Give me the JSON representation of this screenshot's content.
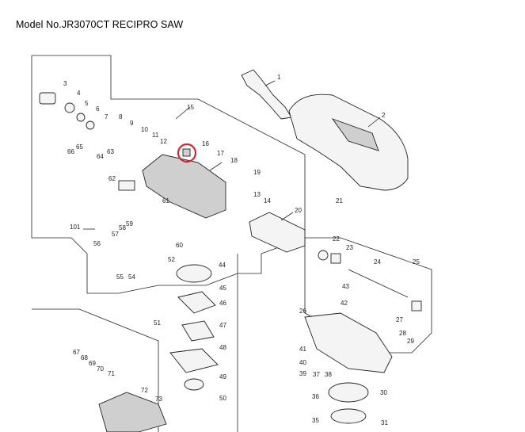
{
  "title": "Model No.JR3070CT RECIPRO SAW",
  "highlight_color": "#d6262b",
  "parts": [
    "1",
    "2",
    "3",
    "4",
    "5",
    "6",
    "7",
    "8",
    "9",
    "10",
    "11",
    "12",
    "13",
    "14",
    "15",
    "16",
    "17",
    "18",
    "19",
    "20",
    "21",
    "22",
    "23",
    "24",
    "25",
    "26",
    "27",
    "28",
    "29",
    "30",
    "31",
    "35",
    "36",
    "37",
    "38",
    "39",
    "40",
    "41",
    "42",
    "43",
    "44",
    "45",
    "46",
    "47",
    "48",
    "49",
    "50",
    "51",
    "52",
    "54",
    "55",
    "56",
    "57",
    "58",
    "59",
    "60",
    "61",
    "62",
    "63",
    "64",
    "65",
    "66",
    "67",
    "68",
    "69",
    "70",
    "71",
    "72",
    "73",
    "101"
  ],
  "highlighted_part": "16"
}
